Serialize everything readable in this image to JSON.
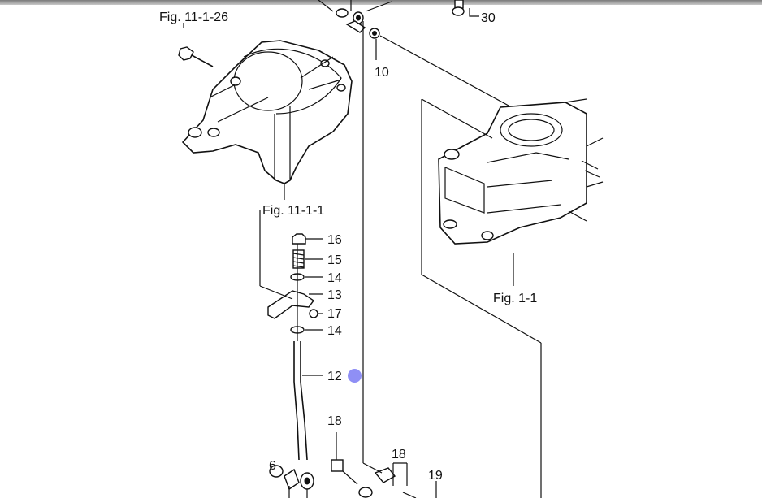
{
  "figure_refs": {
    "fig_11_1_26": "Fig. 11-1-26",
    "fig_11_1_1": "Fig. 11-1-1",
    "fig_1_1": "Fig. 1-1"
  },
  "callouts": {
    "c30": "30",
    "c10": "10",
    "c16": "16",
    "c15": "15",
    "c14a": "14",
    "c13": "13",
    "c17": "17",
    "c14b": "14",
    "c12": "12",
    "c18a": "18",
    "c18b": "18",
    "c19": "19",
    "c6": "6"
  },
  "colors": {
    "ink": "#111111",
    "cursor": "#8f8ff5"
  }
}
